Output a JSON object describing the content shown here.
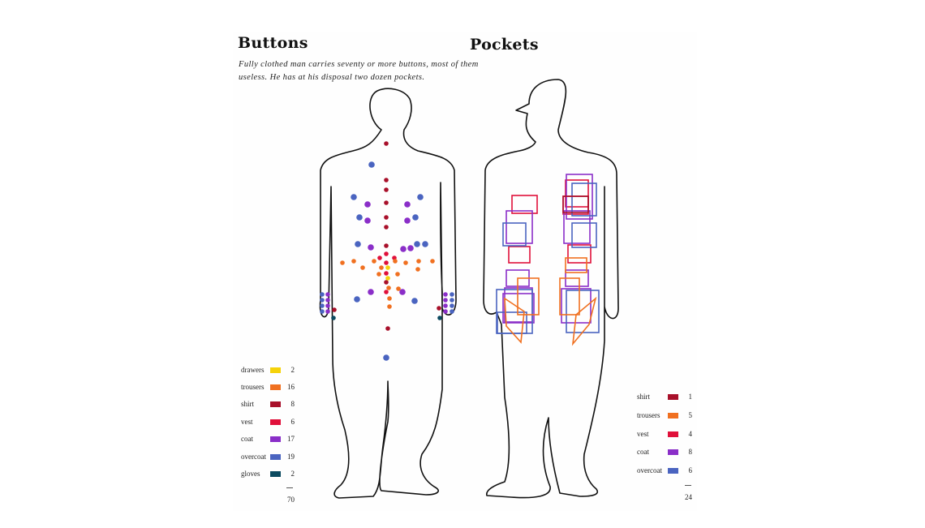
{
  "buttons": {
    "title": "Buttons",
    "caption": "Fully clothed man carries seventy or more buttons, most of them useless. He has at his disposal two dozen pockets.",
    "legend": [
      {
        "label": "drawers",
        "color": "#f5d20a",
        "count": "2"
      },
      {
        "label": "trousers",
        "color": "#f07020",
        "count": "16"
      },
      {
        "label": "shirt",
        "color": "#a8102a",
        "count": "8"
      },
      {
        "label": "vest",
        "color": "#e0103a",
        "count": "6"
      },
      {
        "label": "coat",
        "color": "#8a2ec8",
        "count": "17"
      },
      {
        "label": "overcoat",
        "color": "#4a64c0",
        "count": "19"
      },
      {
        "label": "gloves",
        "color": "#0c4a60",
        "count": "2"
      }
    ],
    "total": "70"
  },
  "pockets": {
    "title": "Pockets",
    "legend": [
      {
        "label": "shirt",
        "color": "#a8102a",
        "count": "1"
      },
      {
        "label": "trousers",
        "color": "#f07020",
        "count": "5"
      },
      {
        "label": "vest",
        "color": "#e0103a",
        "count": "4"
      },
      {
        "label": "coat",
        "color": "#8a2ec8",
        "count": "8"
      },
      {
        "label": "overcoat",
        "color": "#4a64c0",
        "count": "6"
      }
    ],
    "total": "24"
  }
}
